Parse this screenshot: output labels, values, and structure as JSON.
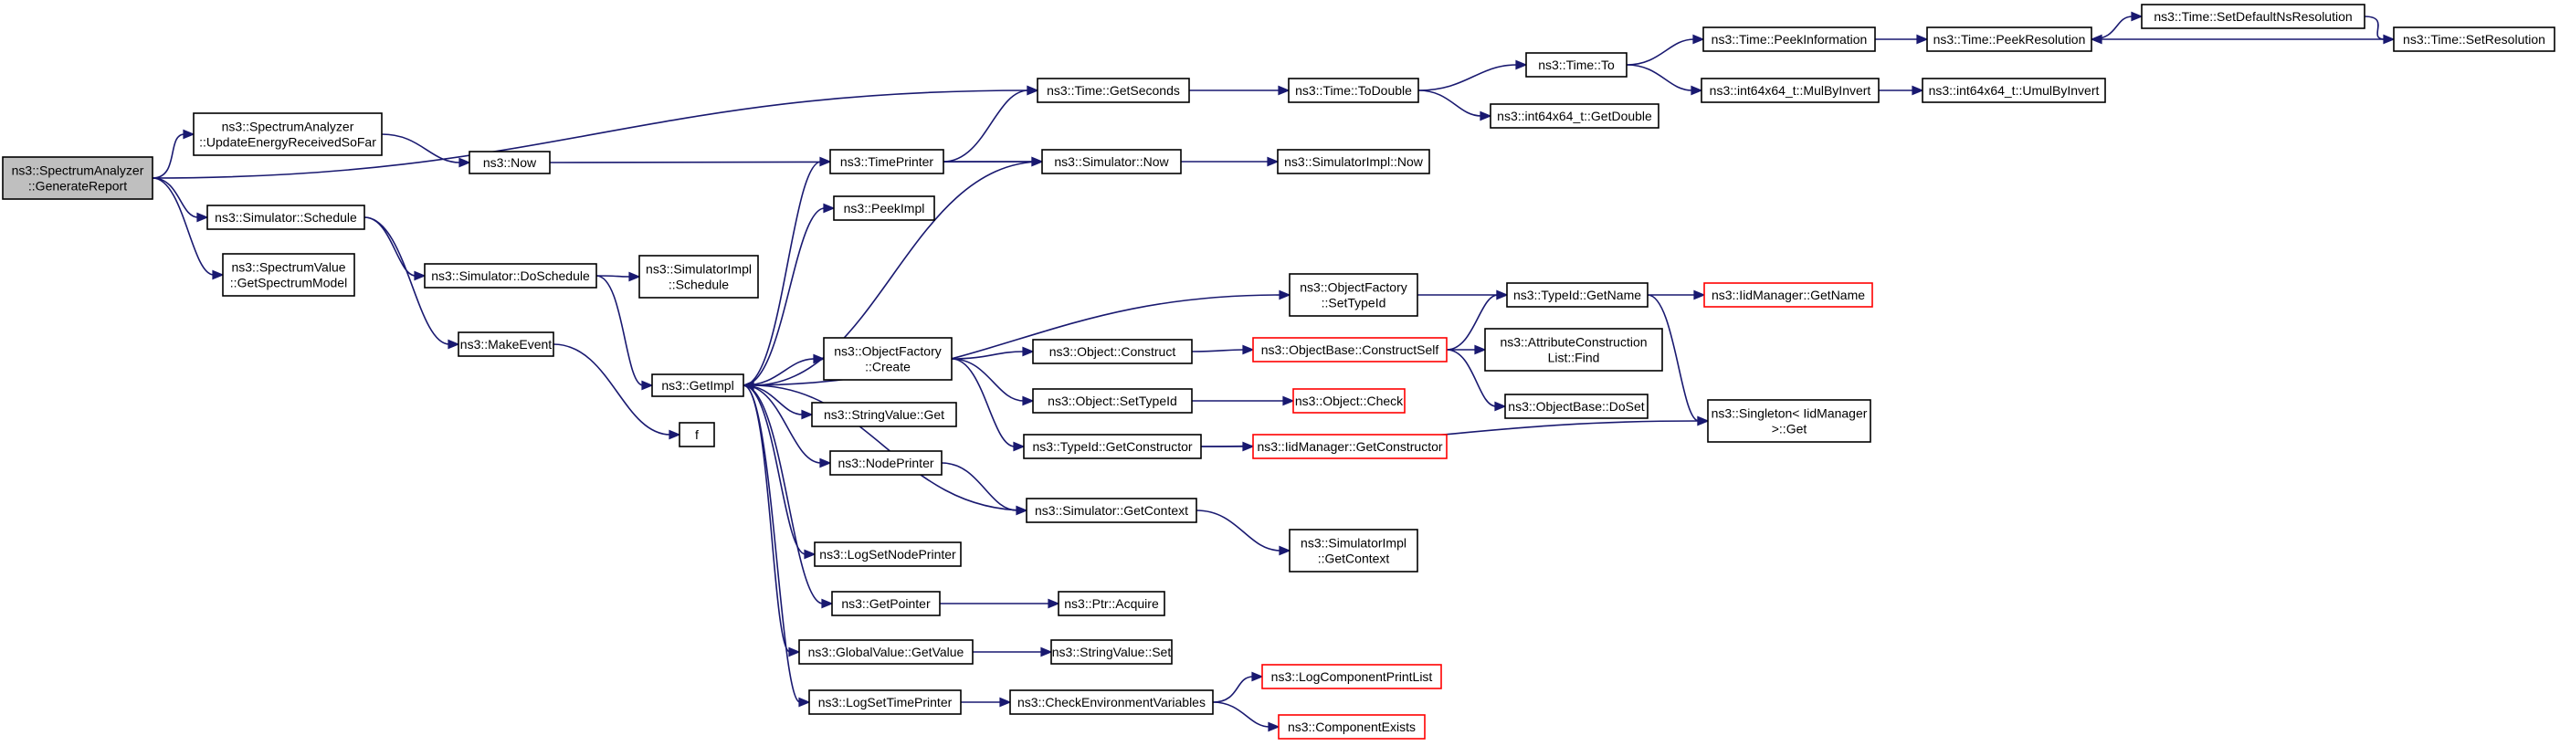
{
  "diagram": {
    "type": "call-graph",
    "colors": {
      "edge": "#191970",
      "root_fill": "#bfbfbf",
      "node_fill": "#ffffff",
      "node_border": "#000000",
      "truncated_border": "#ff0000"
    },
    "nodes": [
      {
        "id": "root",
        "lines": [
          "ns3::SpectrumAnalyzer",
          "::GenerateReport"
        ],
        "root": true
      },
      {
        "id": "updateEnergy",
        "lines": [
          "ns3::SpectrumAnalyzer",
          "::UpdateEnergyReceivedSoFar"
        ]
      },
      {
        "id": "schedule",
        "lines": [
          "ns3::Simulator::Schedule"
        ]
      },
      {
        "id": "getSpectrumModel",
        "lines": [
          "ns3::SpectrumValue",
          "::GetSpectrumModel"
        ]
      },
      {
        "id": "now",
        "lines": [
          "ns3::Now"
        ]
      },
      {
        "id": "doSchedule",
        "lines": [
          "ns3::Simulator::DoSchedule"
        ]
      },
      {
        "id": "makeEvent",
        "lines": [
          "ns3::MakeEvent"
        ]
      },
      {
        "id": "simImplSchedule",
        "lines": [
          "ns3::SimulatorImpl",
          "::Schedule"
        ]
      },
      {
        "id": "getImpl",
        "lines": [
          "ns3::GetImpl"
        ]
      },
      {
        "id": "f",
        "lines": [
          "f"
        ]
      },
      {
        "id": "timePrinter",
        "lines": [
          "ns3::TimePrinter"
        ]
      },
      {
        "id": "peekImpl",
        "lines": [
          "ns3::PeekImpl"
        ]
      },
      {
        "id": "objFactoryCreate",
        "lines": [
          "ns3::ObjectFactory",
          "::Create"
        ]
      },
      {
        "id": "stringValueGet",
        "lines": [
          "ns3::StringValue::Get"
        ]
      },
      {
        "id": "nodePrinter",
        "lines": [
          "ns3::NodePrinter"
        ]
      },
      {
        "id": "logSetNodePrinter",
        "lines": [
          "ns3::LogSetNodePrinter"
        ]
      },
      {
        "id": "getPointer",
        "lines": [
          "ns3::GetPointer"
        ]
      },
      {
        "id": "globalValueGetValue",
        "lines": [
          "ns3::GlobalValue::GetValue"
        ]
      },
      {
        "id": "logSetTimePrinter",
        "lines": [
          "ns3::LogSetTimePrinter"
        ]
      },
      {
        "id": "timeGetSeconds",
        "lines": [
          "ns3::Time::GetSeconds"
        ]
      },
      {
        "id": "simulatorNow",
        "lines": [
          "ns3::Simulator::Now"
        ]
      },
      {
        "id": "objectConstruct",
        "lines": [
          "ns3::Object::Construct"
        ]
      },
      {
        "id": "objectSetTypeId",
        "lines": [
          "ns3::Object::SetTypeId"
        ]
      },
      {
        "id": "typeIdGetConstructor",
        "lines": [
          "ns3::TypeId::GetConstructor"
        ]
      },
      {
        "id": "simulatorGetContext",
        "lines": [
          "ns3::Simulator::GetContext"
        ]
      },
      {
        "id": "ptrAcquire",
        "lines": [
          "ns3::Ptr::Acquire"
        ]
      },
      {
        "id": "stringValueSet",
        "lines": [
          "ns3::StringValue::Set"
        ]
      },
      {
        "id": "checkEnvVars",
        "lines": [
          "ns3::CheckEnvironmentVariables"
        ]
      },
      {
        "id": "timeToDouble",
        "lines": [
          "ns3::Time::ToDouble"
        ]
      },
      {
        "id": "simImplNow",
        "lines": [
          "ns3::SimulatorImpl::Now"
        ]
      },
      {
        "id": "objFactorySetTypeId",
        "lines": [
          "ns3::ObjectFactory",
          "::SetTypeId"
        ]
      },
      {
        "id": "objectBaseConstructSelf",
        "lines": [
          "ns3::ObjectBase::ConstructSelf"
        ],
        "truncated": true
      },
      {
        "id": "objectCheck",
        "lines": [
          "ns3::Object::Check"
        ],
        "truncated": true
      },
      {
        "id": "iidManagerGetConstructor",
        "lines": [
          "ns3::IidManager::GetConstructor"
        ],
        "truncated": true
      },
      {
        "id": "simImplGetContext",
        "lines": [
          "ns3::SimulatorImpl",
          "::GetContext"
        ]
      },
      {
        "id": "logComponentPrintList",
        "lines": [
          "ns3::LogComponentPrintList"
        ],
        "truncated": true
      },
      {
        "id": "componentExists",
        "lines": [
          "ns3::ComponentExists"
        ],
        "truncated": true
      },
      {
        "id": "timeTo",
        "lines": [
          "ns3::Time::To"
        ]
      },
      {
        "id": "int64GetDouble",
        "lines": [
          "ns3::int64x64_t::GetDouble"
        ]
      },
      {
        "id": "typeIdGetName",
        "lines": [
          "ns3::TypeId::GetName"
        ]
      },
      {
        "id": "attrConstructionListFind",
        "lines": [
          "ns3::AttributeConstruction",
          "List::Find"
        ]
      },
      {
        "id": "objectBaseDoSet",
        "lines": [
          "ns3::ObjectBase::DoSet"
        ]
      },
      {
        "id": "timePeekInformation",
        "lines": [
          "ns3::Time::PeekInformation"
        ]
      },
      {
        "id": "int64MulByInvert",
        "lines": [
          "ns3::int64x64_t::MulByInvert"
        ]
      },
      {
        "id": "iidManagerGetName",
        "lines": [
          "ns3::IidManager::GetName"
        ],
        "truncated": true
      },
      {
        "id": "singletonGet",
        "lines": [
          "ns3::Singleton< IidManager",
          " >::Get"
        ]
      },
      {
        "id": "timePeekResolution",
        "lines": [
          "ns3::Time::PeekResolution"
        ]
      },
      {
        "id": "int64UmulByInvert",
        "lines": [
          "ns3::int64x64_t::UmulByInvert"
        ]
      },
      {
        "id": "timeSetDefaultNsResolution",
        "lines": [
          "ns3::Time::SetDefaultNsResolution"
        ]
      },
      {
        "id": "timeSetResolution",
        "lines": [
          "ns3::Time::SetResolution"
        ]
      }
    ],
    "edges": [
      [
        "root",
        "timeGetSeconds"
      ],
      [
        "root",
        "updateEnergy"
      ],
      [
        "root",
        "schedule"
      ],
      [
        "root",
        "getSpectrumModel"
      ],
      [
        "updateEnergy",
        "now"
      ],
      [
        "now",
        "simulatorNow"
      ],
      [
        "schedule",
        "doSchedule"
      ],
      [
        "schedule",
        "makeEvent"
      ],
      [
        "doSchedule",
        "simImplSchedule"
      ],
      [
        "doSchedule",
        "getImpl"
      ],
      [
        "makeEvent",
        "f"
      ],
      [
        "getImpl",
        "timePrinter"
      ],
      [
        "getImpl",
        "peekImpl"
      ],
      [
        "getImpl",
        "objFactoryCreate"
      ],
      [
        "getImpl",
        "stringValueGet"
      ],
      [
        "getImpl",
        "nodePrinter"
      ],
      [
        "getImpl",
        "logSetNodePrinter"
      ],
      [
        "getImpl",
        "getPointer"
      ],
      [
        "getImpl",
        "globalValueGetValue"
      ],
      [
        "getImpl",
        "logSetTimePrinter"
      ],
      [
        "getImpl",
        "objFactorySetTypeId"
      ],
      [
        "timePrinter",
        "timeGetSeconds"
      ],
      [
        "timePrinter",
        "simulatorNow"
      ],
      [
        "simulatorNow",
        "getImpl"
      ],
      [
        "simulatorNow",
        "simImplNow"
      ],
      [
        "objFactoryCreate",
        "objectConstruct"
      ],
      [
        "objFactoryCreate",
        "objectSetTypeId"
      ],
      [
        "objFactoryCreate",
        "typeIdGetConstructor"
      ],
      [
        "nodePrinter",
        "simulatorGetContext"
      ],
      [
        "simulatorGetContext",
        "getImpl"
      ],
      [
        "simulatorGetContext",
        "simImplGetContext"
      ],
      [
        "getPointer",
        "ptrAcquire"
      ],
      [
        "globalValueGetValue",
        "stringValueSet"
      ],
      [
        "logSetTimePrinter",
        "checkEnvVars"
      ],
      [
        "checkEnvVars",
        "logComponentPrintList"
      ],
      [
        "checkEnvVars",
        "componentExists"
      ],
      [
        "objectConstruct",
        "objectBaseConstructSelf"
      ],
      [
        "objectSetTypeId",
        "objectCheck"
      ],
      [
        "typeIdGetConstructor",
        "iidManagerGetConstructor"
      ],
      [
        "typeIdGetConstructor",
        "singletonGet"
      ],
      [
        "objFactorySetTypeId",
        "typeIdGetName"
      ],
      [
        "objectBaseConstructSelf",
        "typeIdGetName"
      ],
      [
        "objectBaseConstructSelf",
        "attrConstructionListFind"
      ],
      [
        "objectBaseConstructSelf",
        "objectBaseDoSet"
      ],
      [
        "timeGetSeconds",
        "timeToDouble"
      ],
      [
        "timeToDouble",
        "timeTo"
      ],
      [
        "timeToDouble",
        "int64GetDouble"
      ],
      [
        "timeTo",
        "timePeekInformation"
      ],
      [
        "timeTo",
        "int64MulByInvert"
      ],
      [
        "timePeekInformation",
        "timePeekResolution"
      ],
      [
        "timePeekResolution",
        "timeSetDefaultNsResolution"
      ],
      [
        "timeSetDefaultNsResolution",
        "timeSetResolution"
      ],
      [
        "timeSetResolution",
        "timePeekResolution"
      ],
      [
        "int64MulByInvert",
        "int64UmulByInvert"
      ],
      [
        "typeIdGetName",
        "iidManagerGetName"
      ],
      [
        "typeIdGetName",
        "singletonGet"
      ]
    ]
  }
}
